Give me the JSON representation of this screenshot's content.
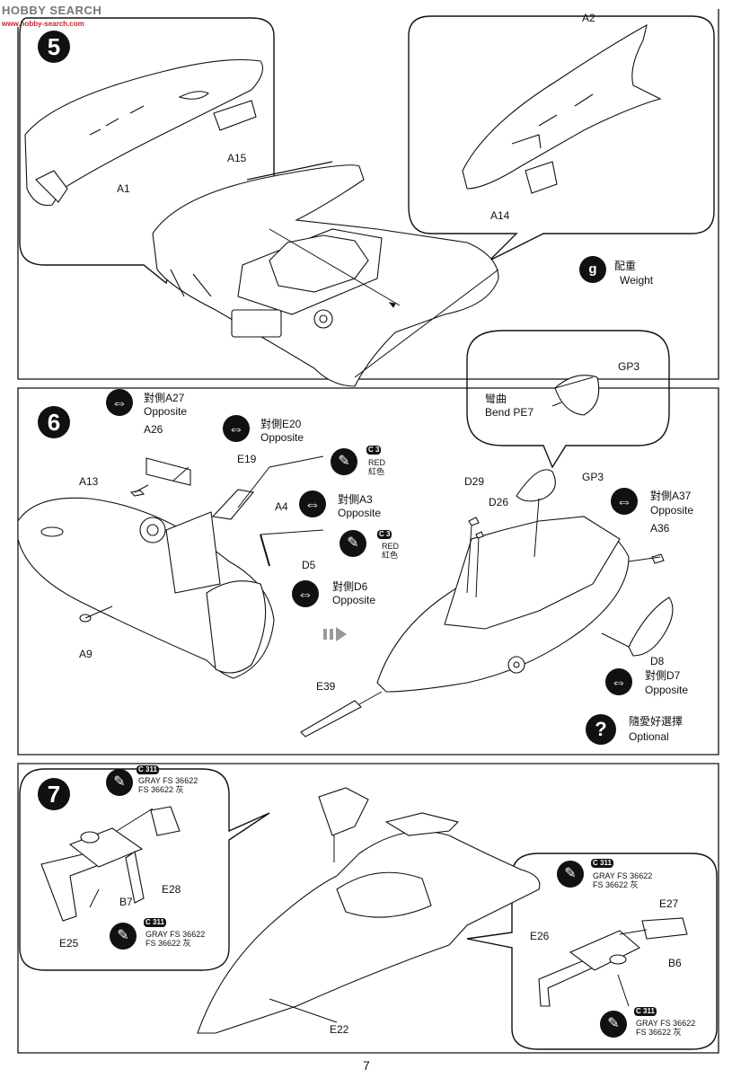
{
  "watermark": {
    "brand": "HOBBY SEARCH",
    "site": "www.hobby-search.com"
  },
  "page_number": "7",
  "steps": {
    "s5": {
      "number": "5",
      "parts": [
        "A2",
        "A1",
        "A15",
        "A14"
      ],
      "weight": {
        "cn": "配重",
        "en": "Weight",
        "icon": "g"
      }
    },
    "s6": {
      "number": "6",
      "opp_a27": {
        "cn": "對側A27",
        "en": "Opposite"
      },
      "opp_e20": {
        "cn": "對側E20",
        "en": "Opposite"
      },
      "opp_a3": {
        "cn": "對側A3",
        "en": "Opposite"
      },
      "opp_d6": {
        "cn": "對側D6",
        "en": "Opposite"
      },
      "opp_a37": {
        "cn": "對側A37",
        "en": "Opposite"
      },
      "opp_d7": {
        "cn": "對側D7",
        "en": "Opposite"
      },
      "red1": {
        "code": "C 3",
        "en": "RED",
        "cn": "紅色"
      },
      "red2": {
        "code": "C 3",
        "en": "RED",
        "cn": "紅色"
      },
      "bend": {
        "cn": "彎曲",
        "en": "Bend PE7"
      },
      "optional": {
        "cn": "隨愛好選擇",
        "en": "Optional"
      },
      "parts": [
        "A26",
        "E19",
        "A13",
        "A4",
        "D5",
        "A9",
        "GP3",
        "GP3",
        "D29",
        "D26",
        "A36",
        "D8",
        "E39"
      ]
    },
    "s7": {
      "number": "7",
      "gray_code": "C 311",
      "gray_line1": "GRAY FS 36622",
      "gray_line2": "FS 36622 灰",
      "parts": [
        "E28",
        "B7",
        "E25",
        "E22",
        "E27",
        "E26",
        "B6"
      ]
    }
  }
}
